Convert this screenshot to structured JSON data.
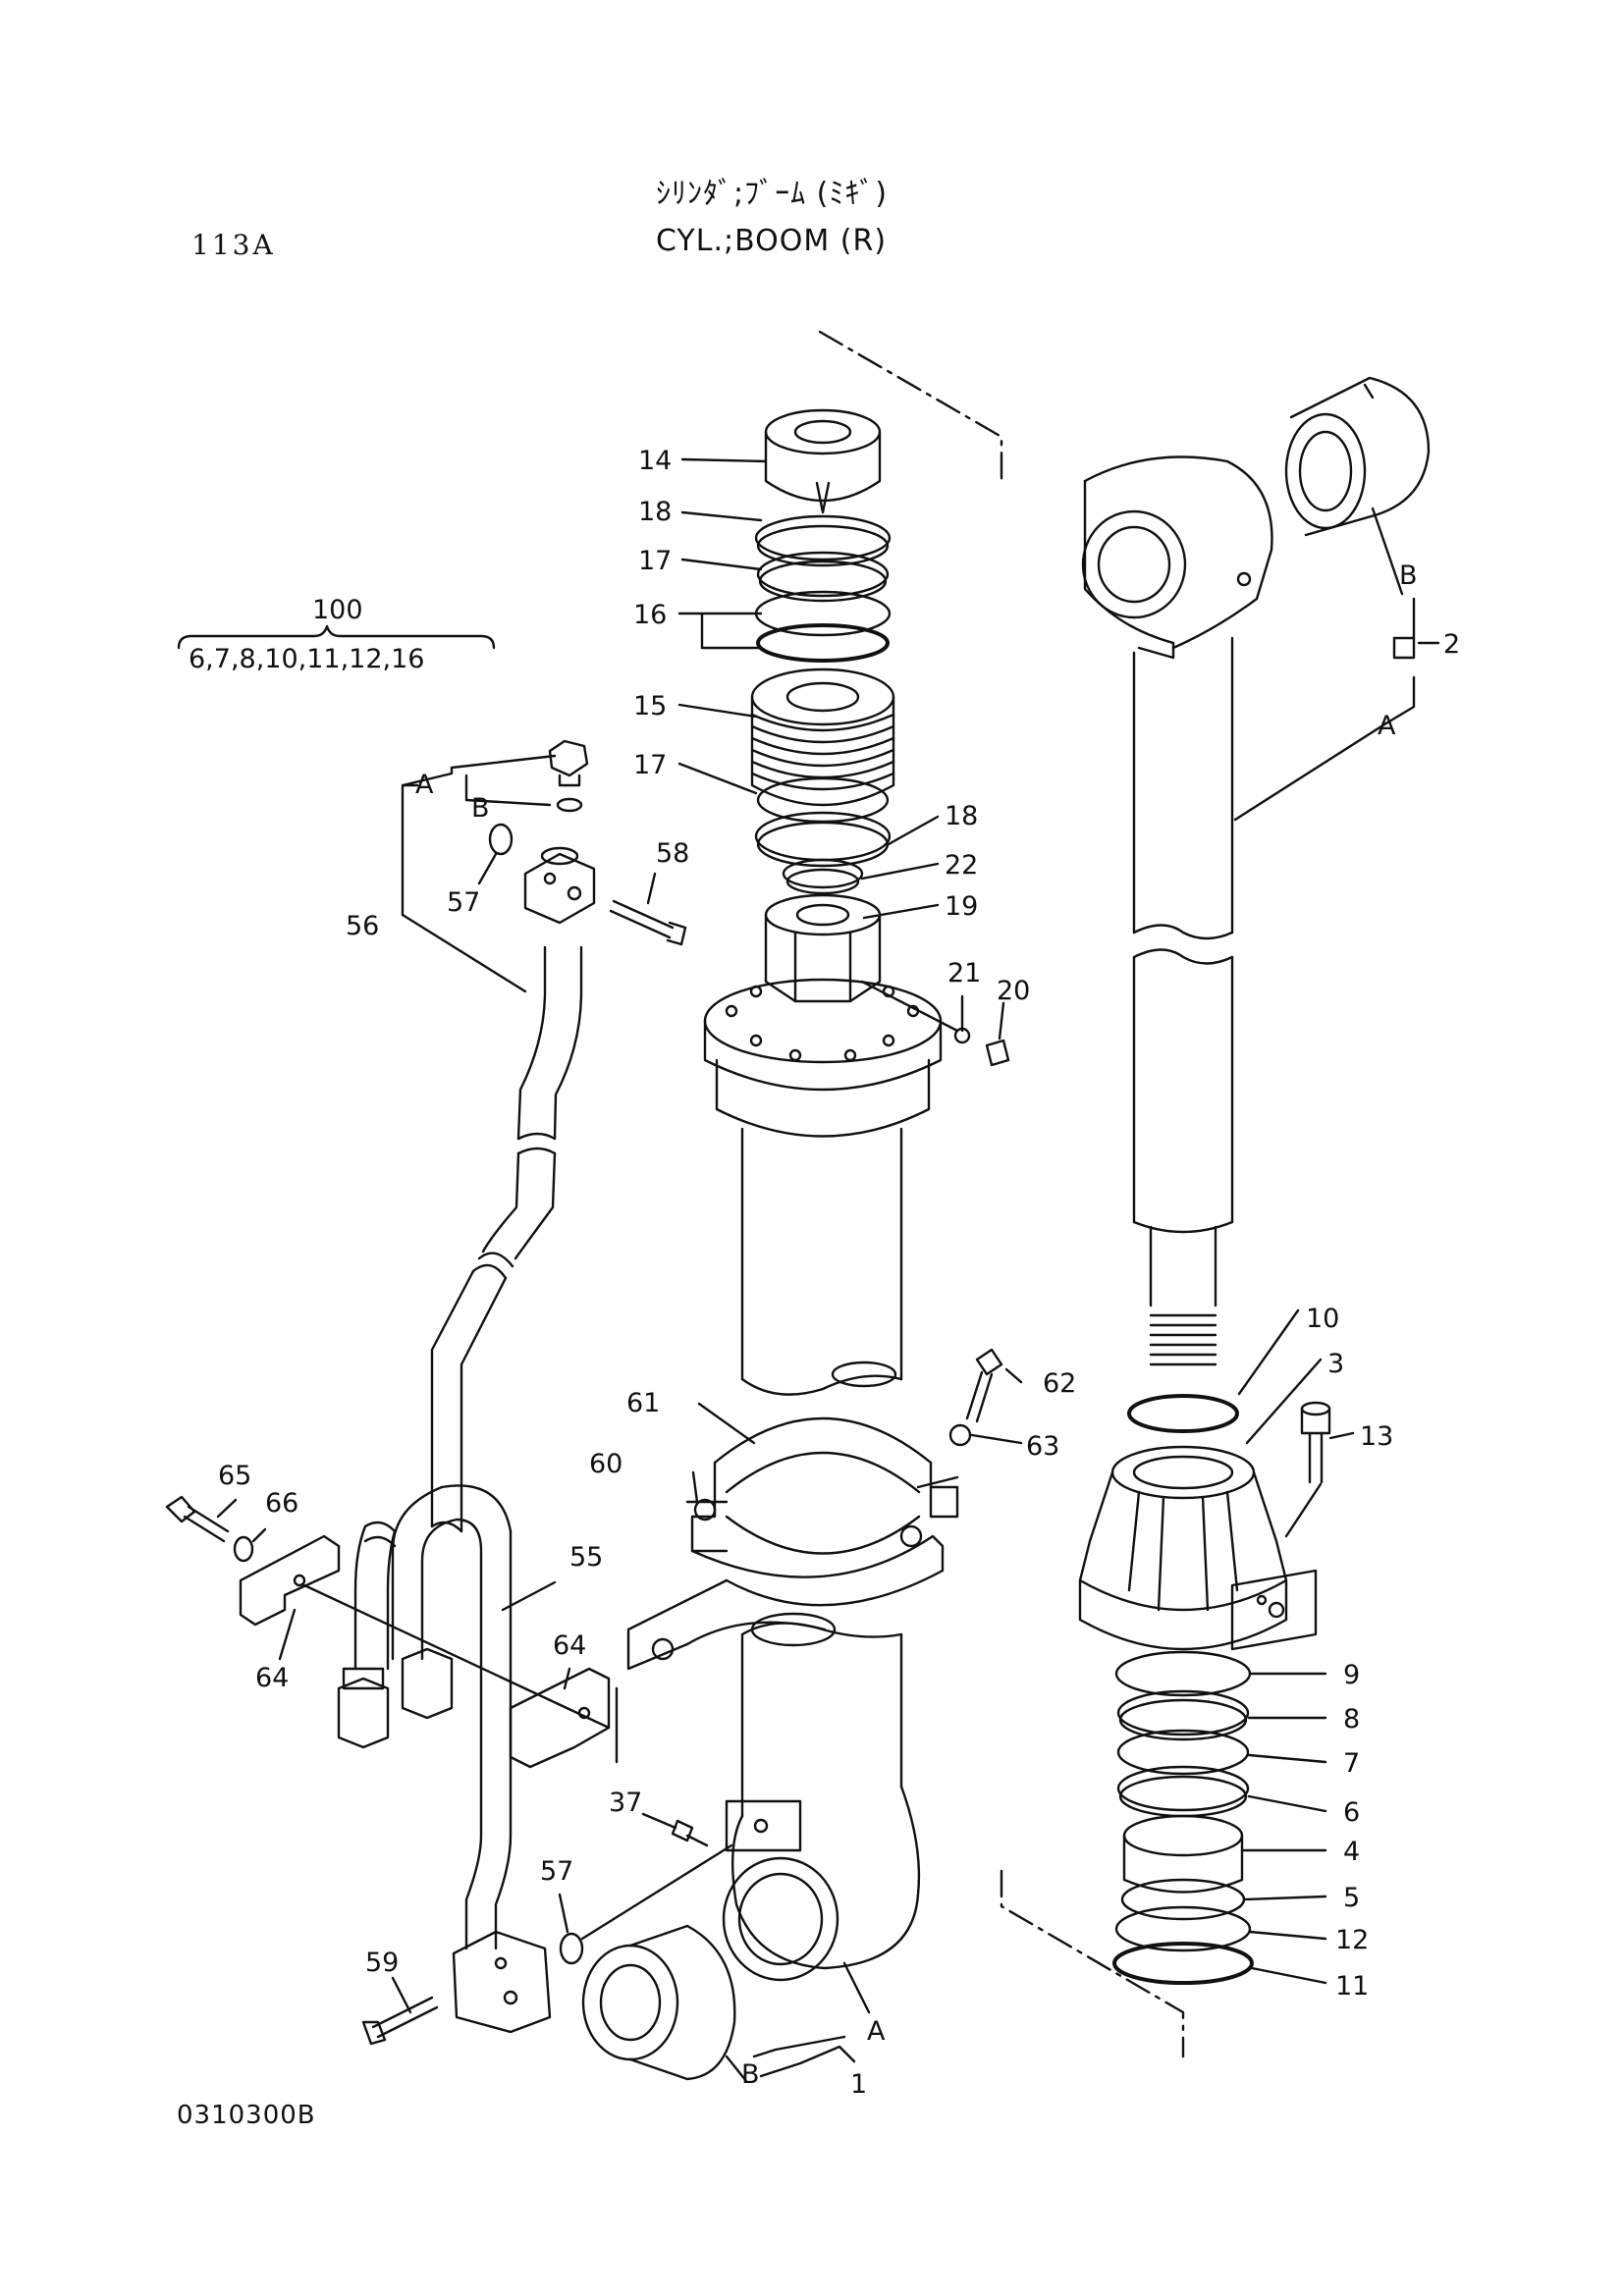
{
  "header": {
    "title_jp": "ｼﾘﾝﾀﾞ;ﾌﾞｰﾑ (ﾐｷﾞ)",
    "title_en": "CYL.;BOOM (R)",
    "page_code": "113A",
    "drawing_no": "0310300B"
  },
  "assembly": {
    "number": "100",
    "members": "6,7,8,10,11,12,16"
  },
  "callouts": [
    "14",
    "18",
    "17",
    "16",
    "15",
    "17",
    "18",
    "22",
    "19",
    "21",
    "20",
    "B",
    "2",
    "A",
    "10",
    "3",
    "13",
    "9",
    "8",
    "7",
    "6",
    "4",
    "5",
    "12",
    "11",
    "A",
    "B",
    "58",
    "57",
    "56",
    "61",
    "62",
    "60",
    "63",
    "65",
    "66",
    "64",
    "55",
    "64",
    "37",
    "57",
    "59",
    "A",
    "B",
    "1"
  ]
}
